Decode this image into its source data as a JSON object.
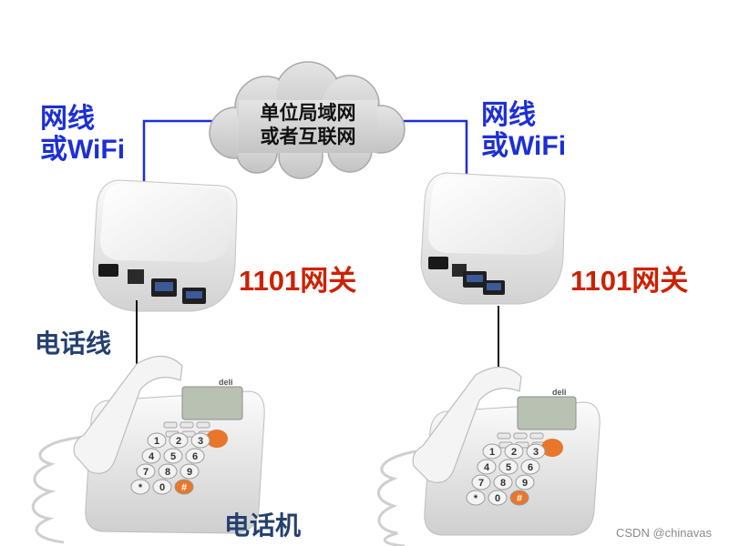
{
  "cloud": {
    "line1": "单位局域网",
    "line2": "或者互联网"
  },
  "left_uplink": {
    "line1": "网线",
    "line2": "或WiFi"
  },
  "right_uplink": {
    "line1": "网线",
    "line2": "或WiFi"
  },
  "left_gateway_label": "1101网关",
  "right_gateway_label": "1101网关",
  "phone_line_label": "电话线",
  "phone_label": "电话机",
  "phone_brand": "deli",
  "keypad": [
    "1",
    "2",
    "3",
    "4",
    "5",
    "6",
    "7",
    "8",
    "9",
    "*",
    "0",
    "#"
  ],
  "watermark": "CSDN @chinavas",
  "colors": {
    "uplink_line": "#1c2fd6",
    "phone_cable": "#111111",
    "gateway_port": "#3a5a9a",
    "key_accent": "#e8762b"
  }
}
